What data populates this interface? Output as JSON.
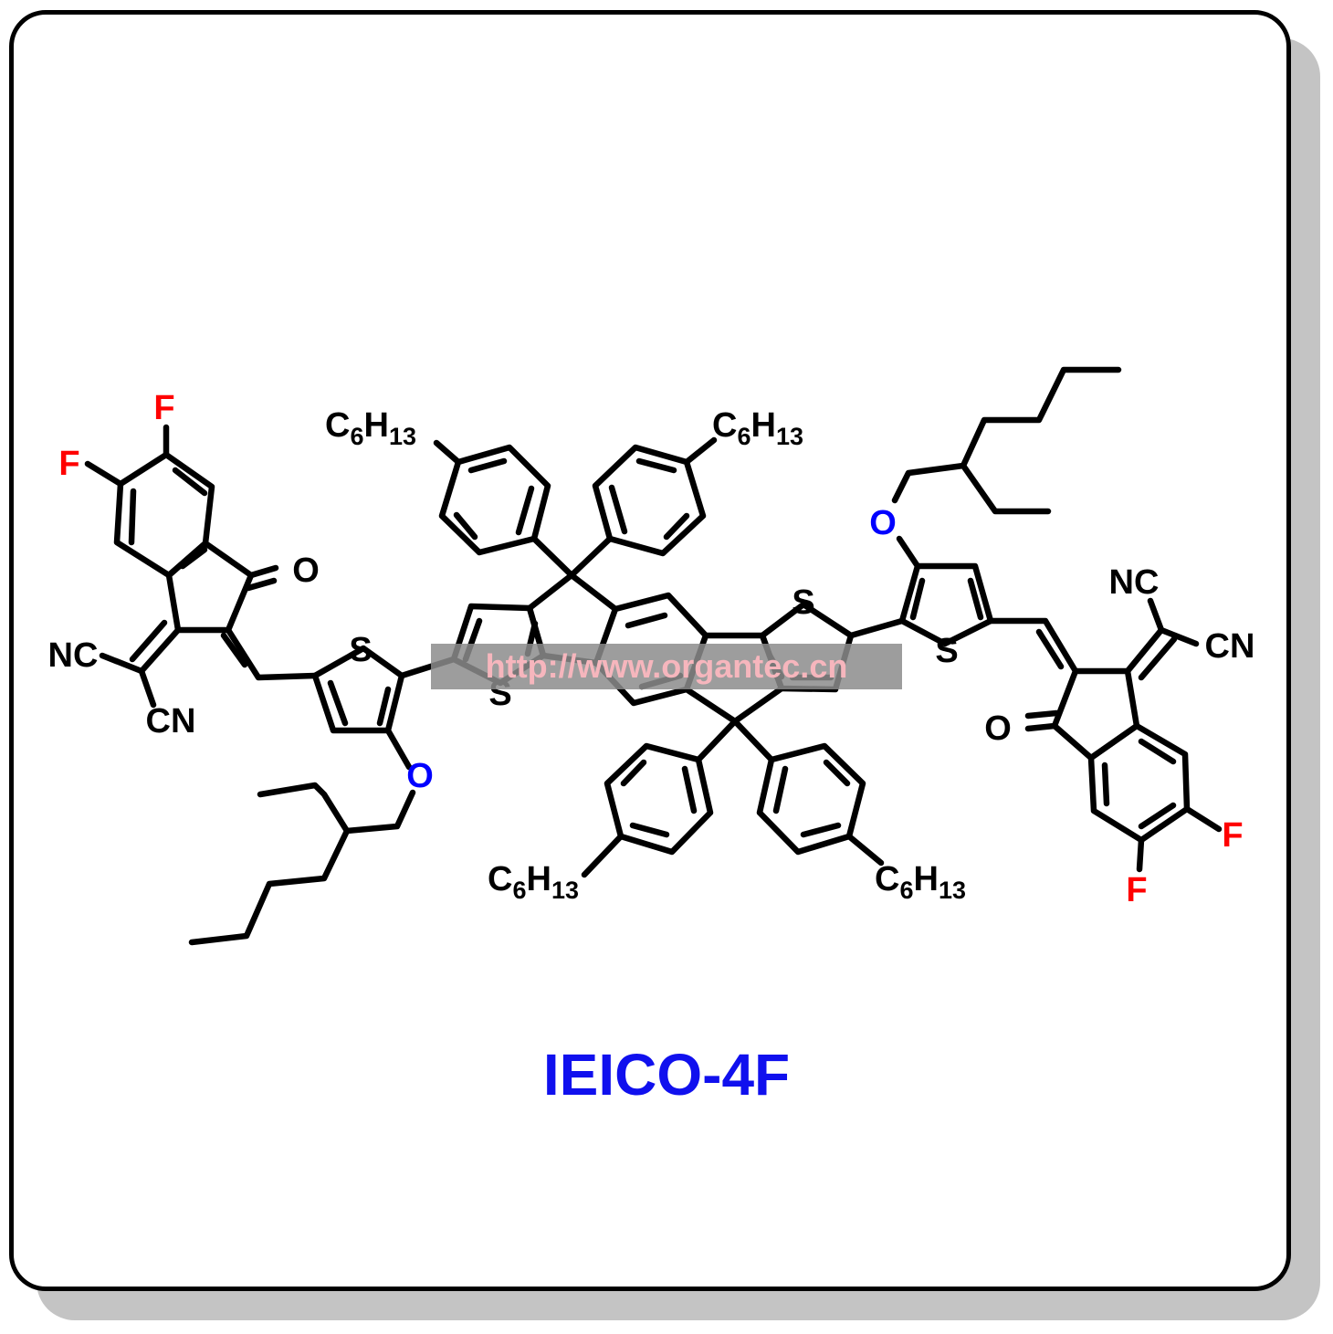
{
  "compound_name": "IEICO-4F",
  "watermark": "http://www.organtec.cn",
  "atom_labels": {
    "sulfur": "S",
    "oxygen": "O",
    "fluorine": "F",
    "nitrile_left": "NC",
    "nitrile_right": "CN",
    "hexyl_C": "C",
    "hexyl_C_sub": "6",
    "hexyl_H": "H",
    "hexyl_H_sub": "13"
  },
  "colors": {
    "bond": "#000000",
    "fluorine": "#ff0000",
    "oxygen_ether": "#0000ff",
    "title": "#1010ee",
    "watermark_text": "#f6b6bd",
    "card_shadow": "#c4c4c4"
  }
}
